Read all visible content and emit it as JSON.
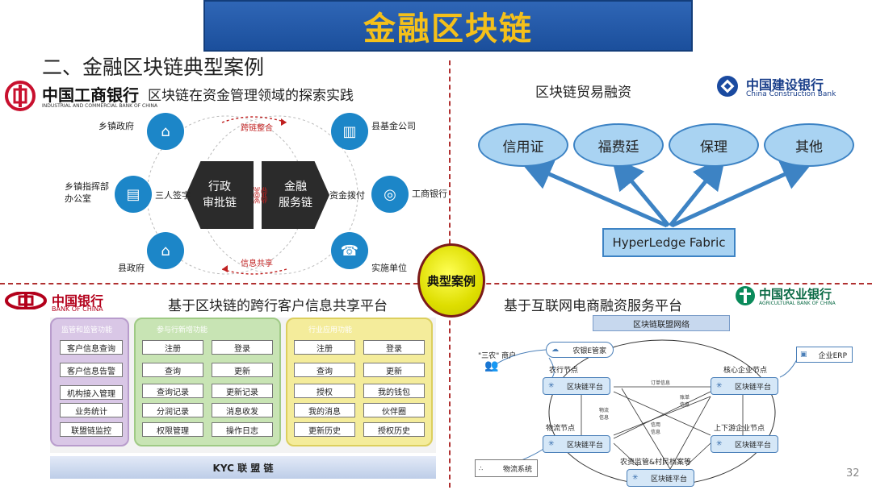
{
  "slide": {
    "title": "金融区块链",
    "subtitle": "二、金融区块链典型案例",
    "center_badge": "典型案例",
    "page_number": "32"
  },
  "icbc": {
    "bank_name": "中国工商银行",
    "bank_name_en": "INDUSTRIAL AND COMMERCIAL BANK OF CHINA",
    "heading": "区块链在资金管理领域的探索实践",
    "left_hex": "行政\n审批链",
    "right_hex": "金融\n服务链",
    "top_red": "跨链整合",
    "bottom_red": "信息共享",
    "nodes": {
      "township_gov": "乡镇政府",
      "command_office": "乡镇指挥部\n办公室",
      "county_gov": "县政府",
      "fund_company": "县基金公司",
      "icbc_node": "工商银行",
      "implement_unit": "实施单位",
      "three_sign": "三人签字",
      "fund_disburse": "资金拨付"
    }
  },
  "ccb": {
    "bank_name": "中国建设银行",
    "bank_name_en": "China Construction Bank",
    "heading": "区块链贸易融资",
    "items": [
      "信用证",
      "福费廷",
      "保理",
      "其他"
    ],
    "base": "HyperLedge Fabric"
  },
  "boc": {
    "bank_name": "中国银行",
    "bank_name_en": "BANK OF CHINA",
    "heading": "基于区块链的跨行客户信息共享平台",
    "panel1_title": "监管和监管功能",
    "panel1_items": [
      "客户信息查询",
      "客户信息告警",
      "机构接入管理",
      "业务统计",
      "联盟链监控"
    ],
    "panel2_title": "参与行新增功能",
    "panel2_items": [
      "注册",
      "登录",
      "查询",
      "更新",
      "查询记录",
      "更新记录",
      "分润记录",
      "消息收发",
      "权限管理",
      "操作日志"
    ],
    "panel3_title": "行业应用功能",
    "panel3_items": [
      "注册",
      "登录",
      "查询",
      "更新",
      "授权",
      "我的钱包",
      "我的消息",
      "伙伴圈",
      "更新历史",
      "授权历史"
    ],
    "footer": "KYC 联 盟 链"
  },
  "abc": {
    "bank_name": "中国农业银行",
    "bank_name_en": "AGRICULTURAL BANK OF CHINA",
    "heading": "基于互联网电商融资服务平台",
    "network_label": "区块链联盟网络",
    "sannong": "\"三农\" 商户",
    "abc_manager": "农银E管家",
    "enterprise_erp": "企业ERP",
    "logistics_system": "物流系统",
    "nodes": {
      "abc_node": "农行节点",
      "core_node": "核心企业节点",
      "logistics_node": "物流节点",
      "updown_node": "上下游企业节点",
      "rural_node": "农资监管&村民档案等"
    },
    "platform": "区块链平台",
    "flows": {
      "order_info": "订单信息",
      "bill_info": "账单\n信息",
      "logistics_info": "物流\n信息",
      "credit_info": "信用\n信息"
    }
  },
  "colors": {
    "title_bg": "#1b4f9c",
    "title_text": "#f4c01a",
    "divider": "#b03030",
    "icbc_blue": "#1c86c8",
    "ccb_fill": "#a9d3f2",
    "boc_panel1": "#d9c7e6",
    "boc_panel2": "#c8e4b4",
    "boc_panel3": "#f4ec9b"
  }
}
